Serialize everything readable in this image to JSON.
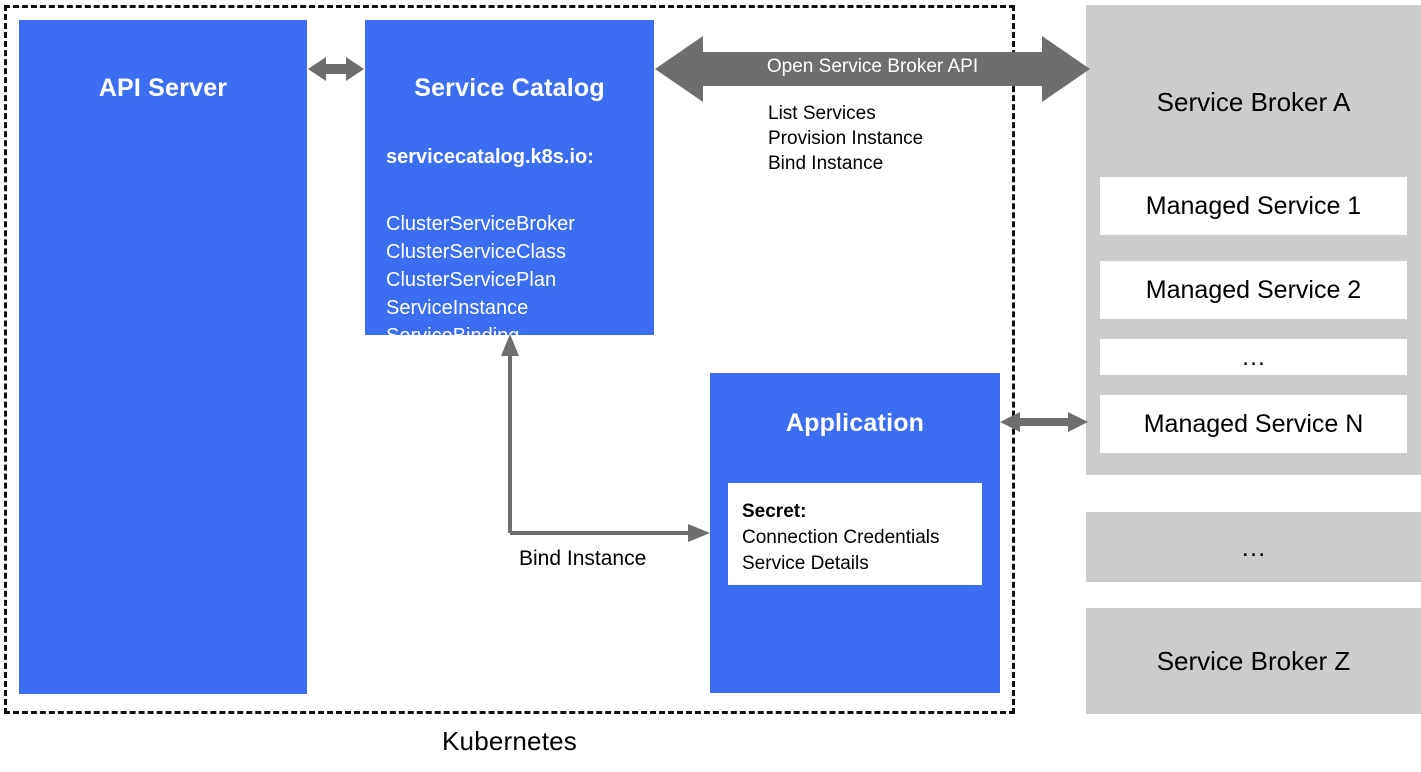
{
  "diagram": {
    "boundary_label": "Kubernetes",
    "colors": {
      "blue": "#3b6ef2",
      "gray": "#cccccc",
      "arrow_gray": "#6e6e6e",
      "white": "#ffffff",
      "black": "#000000"
    }
  },
  "api_server": {
    "title": "API Server"
  },
  "service_catalog": {
    "title": "Service Catalog",
    "group_label": "servicecatalog.k8s.io:",
    "resources": [
      "ClusterServiceBroker",
      "ClusterServiceClass",
      "ClusterServicePlan",
      "ServiceInstance",
      "ServiceBinding"
    ]
  },
  "application": {
    "title": "Application",
    "secret": {
      "header": "Secret:",
      "lines": [
        "Connection Credentials",
        "Service Details"
      ]
    }
  },
  "osb_arrow": {
    "label": "Open Service Broker API",
    "operations": [
      "List Services",
      "Provision Instance",
      "Bind Instance"
    ]
  },
  "bind_connector": {
    "label": "Bind Instance"
  },
  "broker_a": {
    "title": "Service Broker A",
    "services": [
      "Managed Service 1",
      "Managed Service 2",
      "…",
      "Managed Service N"
    ]
  },
  "broker_middle": {
    "title": "…"
  },
  "broker_z": {
    "title": "Service Broker Z"
  }
}
